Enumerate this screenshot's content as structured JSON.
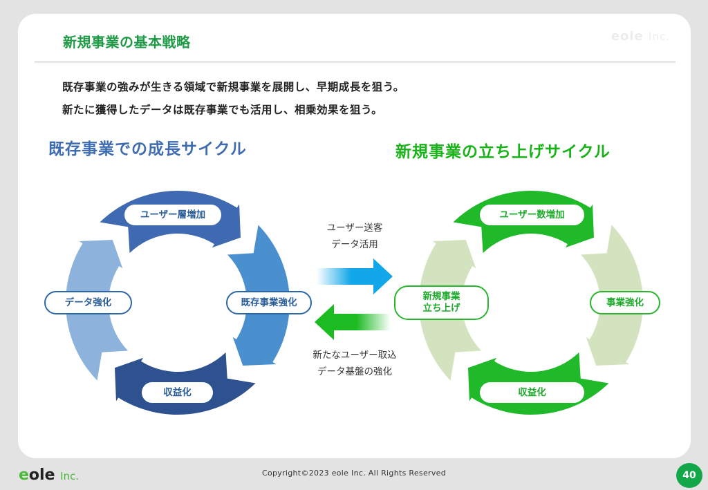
{
  "slide": {
    "title": "新規事業の基本戦略",
    "watermark_brand": "eole",
    "watermark_suffix": "Inc.",
    "lead_lines": [
      "既存事業の強みが生きる領域で新規事業を展開し、早期成長を狙う。",
      "新たに獲得したデータは既存事業でも活用し、相乗効果を狙う。"
    ]
  },
  "left_cycle": {
    "title": "既存事業での成長サイクル",
    "color_top": "#3f69b0",
    "color_right": "#4a8fce",
    "color_bottom": "#2e528f",
    "color_left": "#8db3dc",
    "steps": {
      "top": "ユーザー層増加",
      "right": "既存事業強化",
      "bottom": "収益化",
      "left": "データ強化"
    }
  },
  "right_cycle": {
    "title": "新規事業の立ち上げサイクル",
    "color_active": "#1fb92a",
    "color_inactive": "#d3e3bf",
    "steps": {
      "top": "ユーザー数増加",
      "right": "事業強化",
      "bottom": "収益化",
      "left_line1": "新規事業",
      "left_line2": "立ち上げ"
    }
  },
  "flows": {
    "to_new": {
      "line1": "ユーザー送客",
      "line2": "データ活用",
      "color": "#12a7e8"
    },
    "to_existing": {
      "line1": "新たなユーザー取込",
      "line2": "データ基盤の強化",
      "color": "#1cbb22"
    }
  },
  "footer": {
    "logo_brand_e": "e",
    "logo_brand_rest": "ole",
    "logo_suffix": "Inc.",
    "copyright": "Copyright©2023 eole Inc. All Rights Reserved",
    "page_number": "40"
  }
}
